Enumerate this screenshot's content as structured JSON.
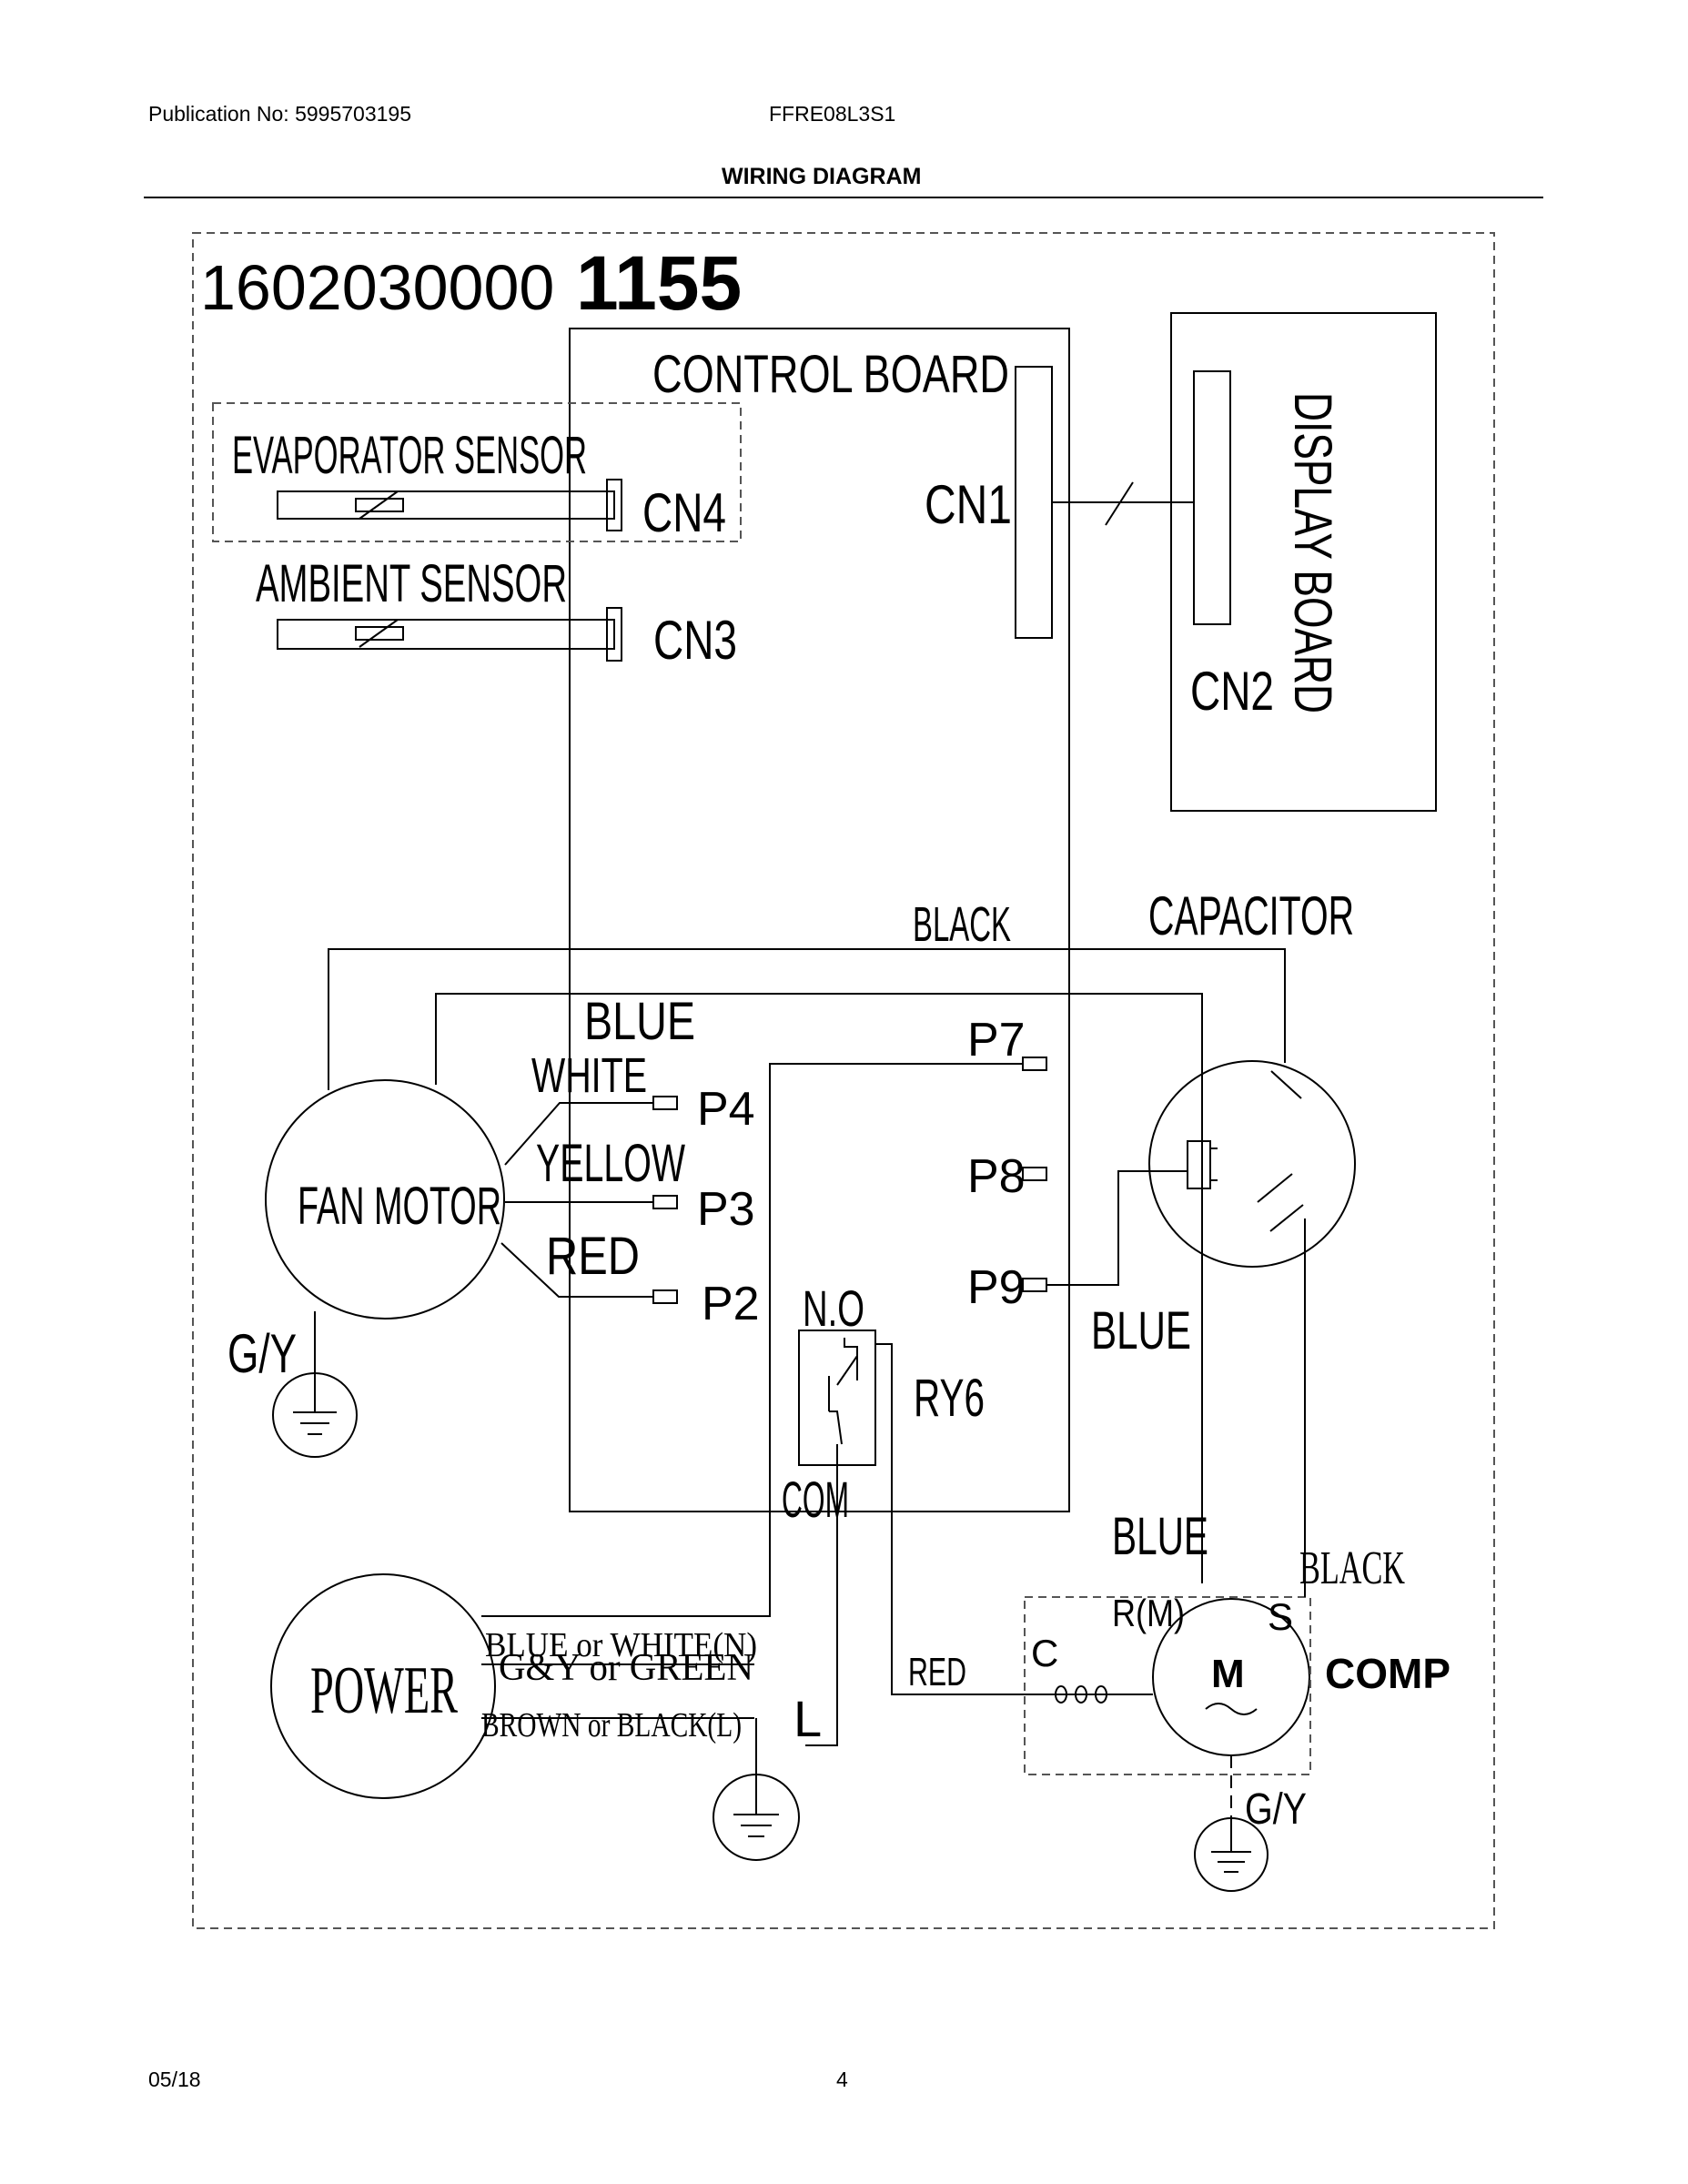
{
  "header": {
    "publication": "Publication No: 5995703195",
    "model": "FFRE08L3S1",
    "title": "WIRING DIAGRAM"
  },
  "footer": {
    "date": "05/18",
    "page": "4"
  },
  "diagram": {
    "part_number_prefix": "1602030000",
    "part_number_suffix": "1155",
    "control_board": "CONTROL BOARD",
    "display_board": "DISPLAY BOARD",
    "evaporator_sensor": "EVAPORATOR SENSOR",
    "ambient_sensor": "AMBIENT SENSOR",
    "cn1": "CN1",
    "cn2": "CN2",
    "cn3": "CN3",
    "cn4": "CN4",
    "capacitor": "CAPACITOR",
    "fan_motor": "FAN MOTOR",
    "power": "POWER",
    "comp": "COMP",
    "motor_symbol": "M",
    "relay": "RY6",
    "relay_no": "N.O",
    "relay_com": "COM",
    "p2": "P2",
    "p3": "P3",
    "p4": "P4",
    "p7": "P7",
    "p8": "P8",
    "p9": "P9",
    "wire_black_top": "BLACK",
    "wire_blue_fan": "BLUE",
    "wire_white": "WHITE",
    "wire_yellow": "YELLOW",
    "wire_red_fan": "RED",
    "wire_blue_p9": "BLUE",
    "wire_blue_comp": "BLUE",
    "wire_black_comp": "BLACK",
    "wire_red_comp": "RED",
    "gy_fan": "G/Y",
    "gy_comp": "G/Y",
    "power_n": "BLUE or WHITE(N)",
    "power_g": "G&Y or GREEN",
    "power_l": "BROWN or BLACK(L)",
    "l_label": "L",
    "comp_c": "C",
    "comp_r": "R(M)",
    "comp_s": "S"
  }
}
